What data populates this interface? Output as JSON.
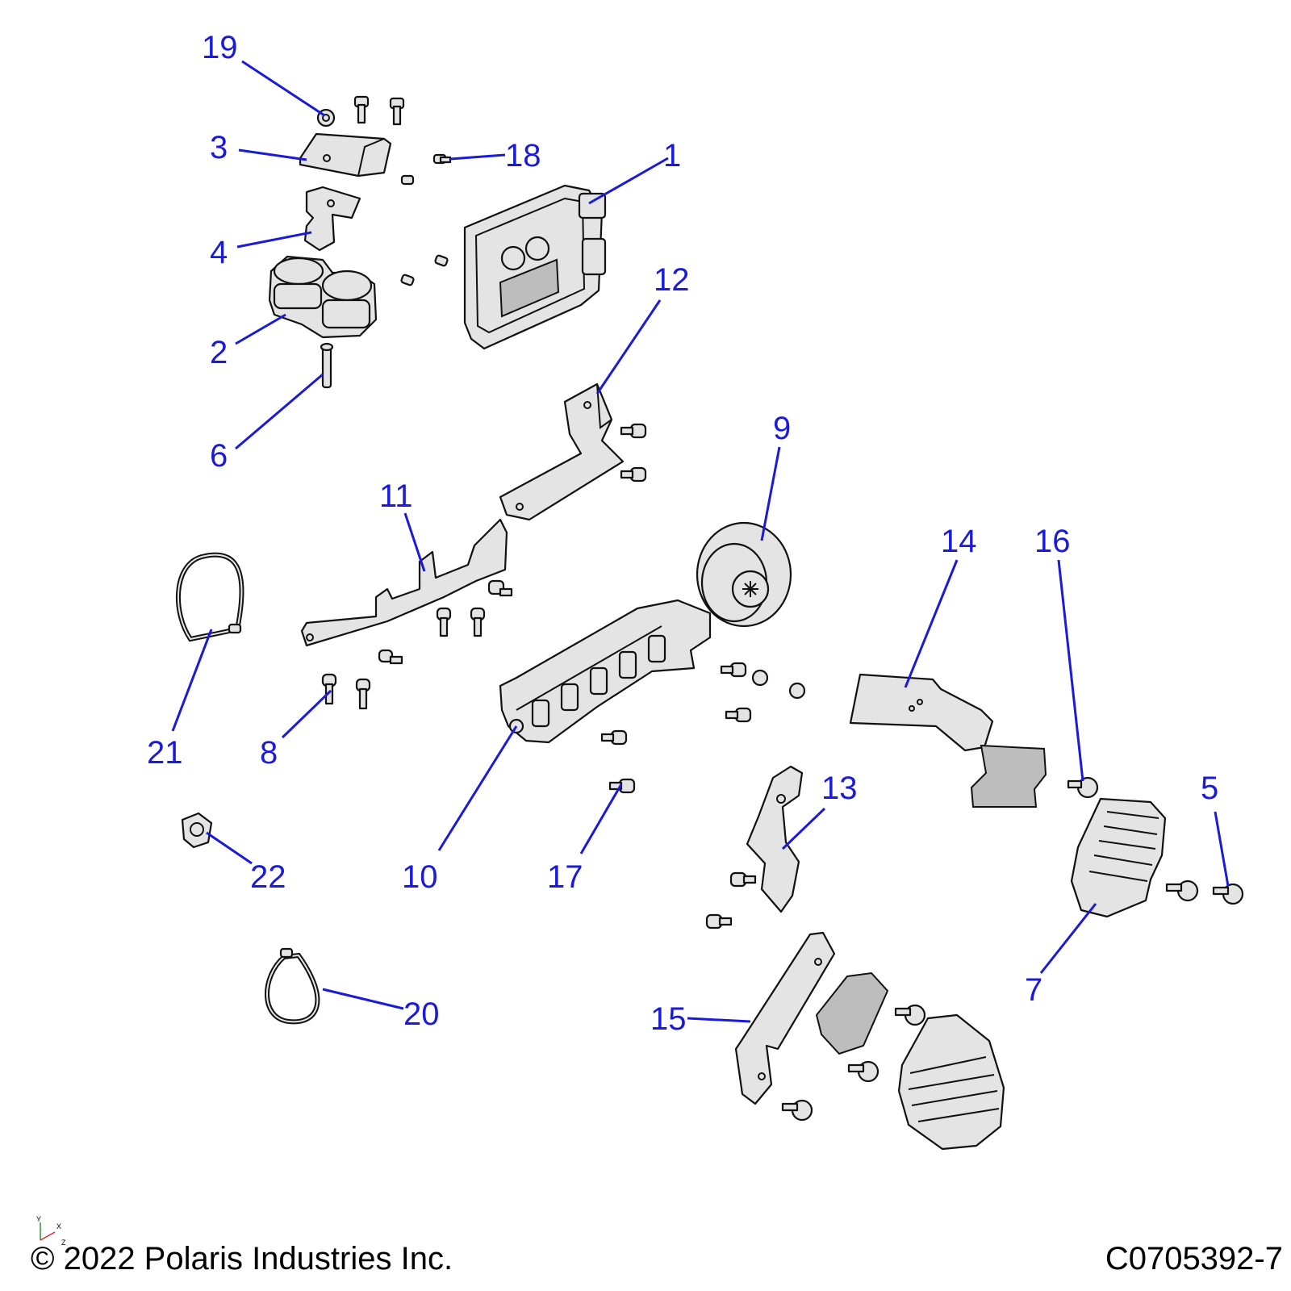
{
  "callouts": [
    "1",
    "2",
    "3",
    "4",
    "5",
    "6",
    "7",
    "8",
    "9",
    "10",
    "11",
    "12",
    "13",
    "14",
    "15",
    "16",
    "17",
    "18",
    "19",
    "20",
    "21",
    "22"
  ],
  "footer": {
    "copyright": "© 2022 Polaris Industries Inc.",
    "drawing_number": "C0705392-7"
  },
  "axis": {
    "y": "Y",
    "x": "X",
    "z": "Z"
  },
  "colors": {
    "callout": "#1a1adb",
    "part_fill": "#e4e4e4",
    "outline": "#111111"
  }
}
